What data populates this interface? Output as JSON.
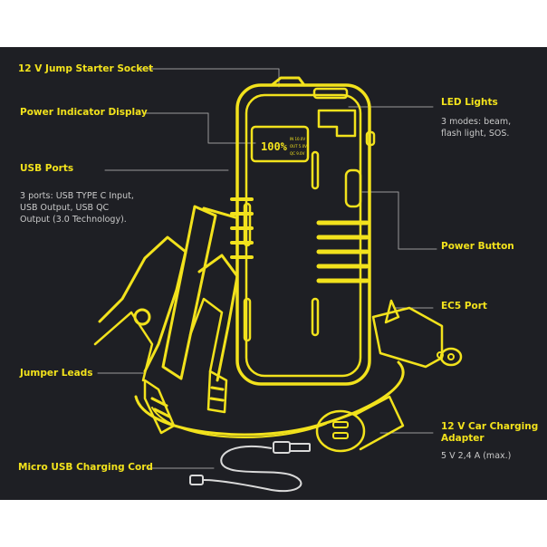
{
  "colors": {
    "background": "#1e1f24",
    "accent": "#f2e21c",
    "text_secondary": "#c9c9c9",
    "page": "#ffffff"
  },
  "display": {
    "percent": "100%",
    "stats": [
      "IN 10.0V",
      "OUT 5.0V",
      "QC 9.0V"
    ]
  },
  "callouts": {
    "jump_socket": {
      "label": "12 V Jump Starter Socket"
    },
    "power_display": {
      "label": "Power Indicator Display"
    },
    "usb_ports": {
      "label": "USB Ports",
      "desc": "3 ports: USB TYPE C Input,\nUSB Output, USB QC\nOutput (3.0 Technology)."
    },
    "jumper_leads": {
      "label": "Jumper Leads"
    },
    "micro_usb": {
      "label": "Micro USB Charging Cord"
    },
    "led_lights": {
      "label": "LED Lights",
      "desc": "3 modes: beam,\nflash light, SOS."
    },
    "power_button": {
      "label": "Power Button"
    },
    "ec5_port": {
      "label": "EC5 Port"
    },
    "car_adapter": {
      "label": "12 V Car Charging\nAdapter",
      "desc": "5 V 2,4 A (max.)"
    }
  }
}
